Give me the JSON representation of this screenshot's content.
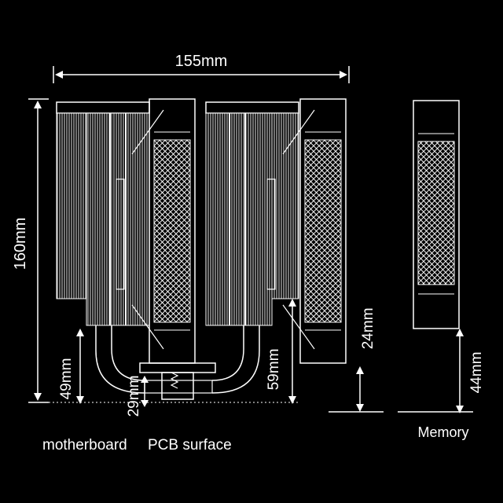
{
  "diagram": {
    "colors": {
      "background": "#000000",
      "line": "#ffffff"
    },
    "dimensions": {
      "width": "155mm",
      "height": "160mm",
      "cooler_clearance": "49mm",
      "base_height": "29mm",
      "fan_clearance": "59mm",
      "fan_offset": "24mm",
      "memory_clearance": "44mm"
    },
    "labels": {
      "motherboard_label": "motherboard",
      "pcb_label": "PCB surface",
      "memory_label": "Memory"
    }
  }
}
